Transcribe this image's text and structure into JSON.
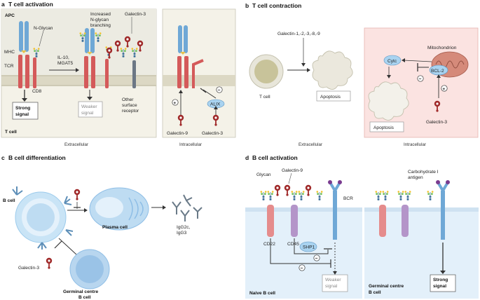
{
  "panels": {
    "a": {
      "letter": "a",
      "title": "T cell activation",
      "apc": "APC",
      "tcell": "T cell",
      "mhc": "MHC",
      "tcr": "TCR",
      "nglycan": "N-Glycan",
      "il10_line1": "IL-10,",
      "il10_line2": "MGAT5",
      "inc1": "Increased",
      "inc2": "N-glycan",
      "inc3": "branching",
      "galectin3": "Galectin-3",
      "cd8": "CD8",
      "strong1": "Strong",
      "strong2": "signal",
      "weaker1": "Weaker",
      "weaker2": "signal",
      "other1": "Other",
      "other2": "surface",
      "other3": "receptor",
      "galectin9": "Galectin-9",
      "galectin3b": "Galectin-3",
      "alix": "ALIX",
      "plus": "+",
      "minus": "−",
      "extracellular": "Extracellular",
      "intracellular": "Intracellular"
    },
    "b": {
      "letter": "b",
      "title": "T cell contraction",
      "galectins": "Galectin-1,-2,-3,-8,-9",
      "tcell": "T cell",
      "apoptosis": "Apoptosis",
      "mito": "Mitochondrion",
      "cytc": "Cytc",
      "bcl2": "BCL-2",
      "galectin3": "Galectin-3",
      "apoptosis2": "Apoptosis",
      "minus": "−",
      "plus": "+",
      "extracellular": "Extracellular",
      "intracellular": "Intracellular"
    },
    "c": {
      "letter": "c",
      "title": "B cell differentiation",
      "bcell": "B cell",
      "plasma": "Plasma cell",
      "igg1": "IgG2c,",
      "igg2": "IgG3",
      "galectin3": "Galectin-3",
      "gc1": "Germinal centre",
      "gc2": "B cell"
    },
    "d": {
      "letter": "d",
      "title": "B cell activation",
      "glycan": "Glycan",
      "galectin9": "Galectin-9",
      "bcr": "BCR",
      "cd22": "CD22",
      "cd45": "CD45",
      "shp1": "SHP1",
      "minus": "−",
      "naive": "Naive B cell",
      "weaker1": "Weaker",
      "weaker2": "signal",
      "carb1": "Carbohydrate I",
      "carb2": "antigen",
      "gc1": "Germinal centre",
      "gc2": "B cell",
      "strong1": "Strong",
      "strong2": "signal"
    }
  },
  "colors": {
    "apc_bg": "#ecece4",
    "tcell_bg": "#f3f1e6",
    "membrane": "#d9d6c4",
    "receptor_blue": "#6fa8d6",
    "receptor_red": "#d45a5a",
    "galectin": "#a02a2a",
    "ellipse_blue": "#a9d3f0",
    "intracellular_pink": "#fbe3e1",
    "bcell_bg": "#e3f0fa",
    "cd45_purple": "#b495c9",
    "cd22_pink": "#e58c8c"
  }
}
